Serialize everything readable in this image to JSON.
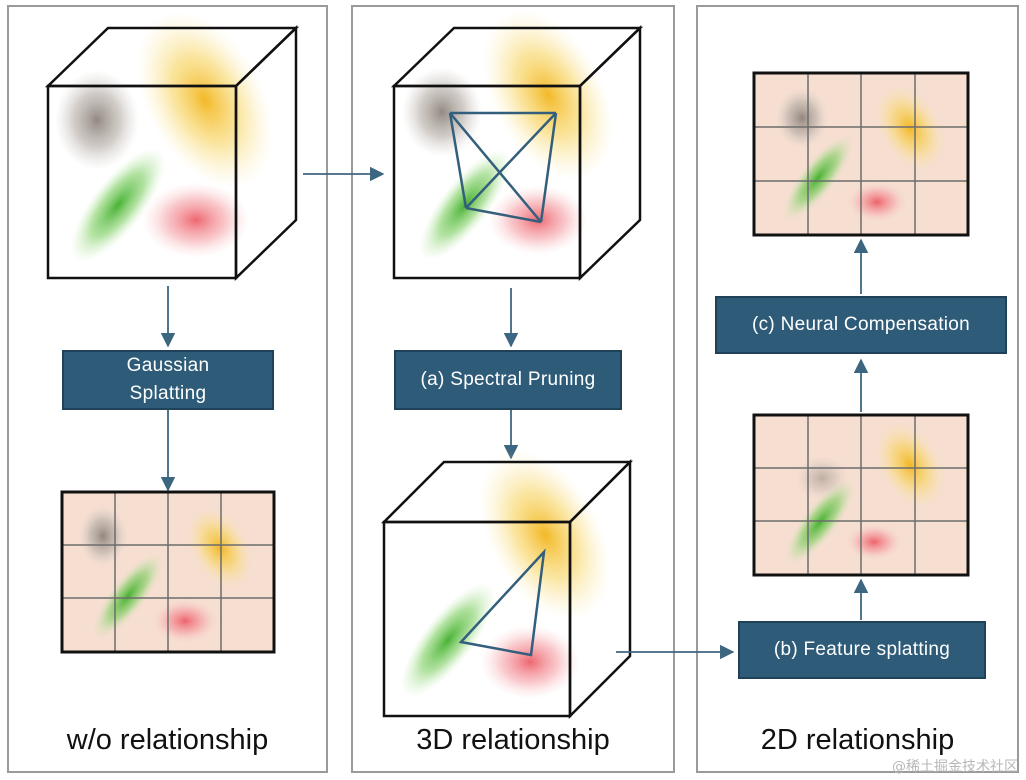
{
  "panels": [
    {
      "title": "w/o relationship"
    },
    {
      "title": "3D relationship"
    },
    {
      "title": "2D relationship"
    }
  ],
  "steps": {
    "gaussian_splatting": [
      "Gaussian",
      "Splatting"
    ],
    "spectral_pruning": "(a) Spectral Pruning",
    "feature_splatting": "(b) Feature splatting",
    "neural_compensation": "(c) Neural Compensation"
  },
  "colors": {
    "box_fill": "#2e5b78",
    "arrow": "#3d6680",
    "panel_border": "#9a9a9a",
    "grid_bg": "#f6ded0",
    "gauss_gray": "#9d938c",
    "gauss_yellow": "#f3c328",
    "gauss_green": "#5cbf3c",
    "gauss_red": "#ef6f78",
    "graph_edges": "#345f7c"
  },
  "watermark": "@稀土掘金技术社区"
}
